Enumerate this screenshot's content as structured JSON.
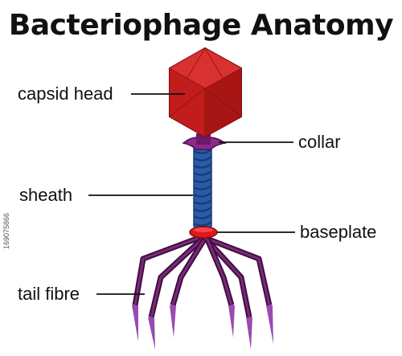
{
  "title": "Bacteriophage Anatomy",
  "labels": {
    "capsid_head": "capsid head",
    "collar": "collar",
    "sheath": "sheath",
    "baseplate": "baseplate",
    "tail_fibre": "tail fibre"
  },
  "stock_id": "169075866",
  "colors": {
    "capsid": "#cc1f1f",
    "capsid_dark": "#8a0f0f",
    "collar": "#8a2a8a",
    "sheath": "#2a5aa8",
    "sheath_dark": "#173a77",
    "baseplate": "#e01818",
    "fibre": "#5a1a5a",
    "fibre_tip": "#9a4ab0",
    "leader": "#111111"
  }
}
